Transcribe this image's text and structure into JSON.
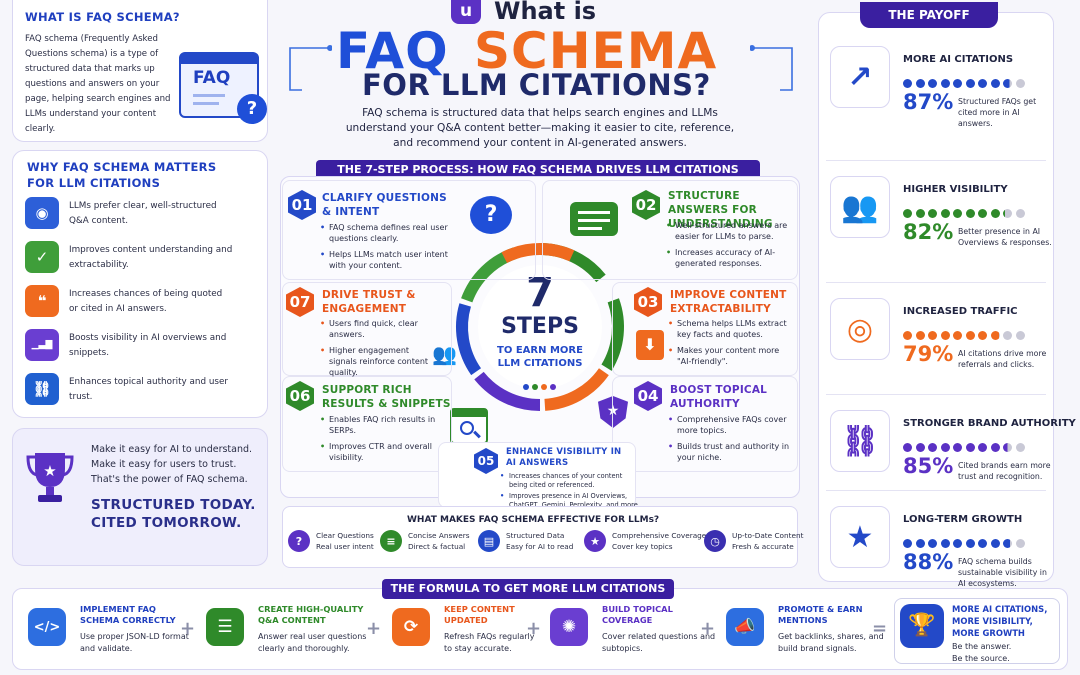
{
  "title": {
    "logo": "u",
    "line1": "What is",
    "faq": "FAQ",
    "schema": "SCHEMA",
    "line3": "FOR LLM CITATIONS?",
    "subtitle": "FAQ schema is structured data that helps search engines and LLMs understand your Q&A content better—making it easier to cite, reference, and recommend your content in AI-generated answers."
  },
  "what": {
    "heading": "WHAT IS FAQ SCHEMA?",
    "body": "FAQ schema (Frequently Asked Questions schema) is a type of structured data that marks up questions and answers on your page, helping search engines and LLMs understand your content clearly.",
    "badge": "FAQ",
    "q_mark": "?"
  },
  "why": {
    "heading": "WHY FAQ SCHEMA MATTERS FOR LLM CITATIONS",
    "items": [
      {
        "text": "LLMs prefer clear, well-structured Q&A content.",
        "icon": "robot-icon",
        "glyph": "◉",
        "color": "#2d5fd8"
      },
      {
        "text": "Improves content understanding and extractability.",
        "icon": "shield-check-icon",
        "glyph": "✓",
        "color": "#3f9e3a"
      },
      {
        "text": "Increases chances of being quoted or cited in AI answers.",
        "icon": "quote-icon",
        "glyph": "❝",
        "color": "#ef6a1f"
      },
      {
        "text": "Boosts visibility in AI overviews and snippets.",
        "icon": "chart-icon",
        "glyph": "▁▃▇",
        "color": "#6a3ed1"
      },
      {
        "text": "Enhances topical authority and user trust.",
        "icon": "link-icon",
        "glyph": "⛓",
        "color": "#2060d0"
      }
    ]
  },
  "trust": {
    "line1": "Make it easy for AI to understand.",
    "line2": "Make it easy for users to trust.",
    "line3": "That's the power of FAQ schema.",
    "tag1": "STRUCTURED TODAY.",
    "tag2": "CITED TOMORROW."
  },
  "process": {
    "heading": "THE 7-STEP PROCESS: HOW FAQ SCHEMA DRIVES LLM CITATIONS",
    "center_num": "7",
    "center_word": "STEPS",
    "center_sub": "TO EARN MORE LLM CITATIONS",
    "steps": [
      {
        "num": "01",
        "title": "CLARIFY QUESTIONS & INTENT",
        "b1": "FAQ schema defines real user questions clearly.",
        "b2": "Helps LLMs match user intent with your content.",
        "color": "#2349c8"
      },
      {
        "num": "02",
        "title": "STRUCTURE ANSWERS FOR UNDERSTANDING",
        "b1": "Well-structured answers are easier for LLMs to parse.",
        "b2": "Increases accuracy of AI-generated responses.",
        "color": "#2f8a2a"
      },
      {
        "num": "03",
        "title": "IMPROVE CONTENT EXTRACTABILITY",
        "b1": "Schema helps LLMs extract key facts and quotes.",
        "b2": "Makes your content more \"AI-friendly\".",
        "color": "#e8561c"
      },
      {
        "num": "04",
        "title": "BOOST TOPICAL AUTHORITY",
        "b1": "Comprehensive FAQs cover more topics.",
        "b2": "Builds trust and authority in your niche.",
        "color": "#5b31c4"
      },
      {
        "num": "05",
        "title": "ENHANCE VISIBILITY IN AI ANSWERS",
        "b1": "Increases chances of your content being cited or referenced.",
        "b2": "Improves presence in AI Overviews, ChatGPT, Gemini, Perplexity, and more.",
        "color": "#2349c8"
      },
      {
        "num": "06",
        "title": "SUPPORT RICH RESULTS & SNIPPETS",
        "b1": "Enables FAQ rich results in SERPs.",
        "b2": "Improves CTR and overall visibility.",
        "color": "#2f8a2a"
      },
      {
        "num": "07",
        "title": "DRIVE TRUST & ENGAGEMENT",
        "b1": "Users find quick, clear answers.",
        "b2": "Higher engagement signals reinforce content quality.",
        "color": "#e8561c"
      }
    ]
  },
  "effective": {
    "heading": "WHAT MAKES FAQ SCHEMA EFFECTIVE FOR LLMs?",
    "items": [
      {
        "t1": "Clear Questions",
        "t2": "Real user intent",
        "glyph": "?",
        "color": "#5b31c4"
      },
      {
        "t1": "Concise Answers",
        "t2": "Direct & factual",
        "glyph": "≡",
        "color": "#2f8a2a"
      },
      {
        "t1": "Structured Data",
        "t2": "Easy for AI to read",
        "glyph": "▤",
        "color": "#2349c8"
      },
      {
        "t1": "Comprehensive Coverage",
        "t2": "Cover key topics",
        "glyph": "★",
        "color": "#5b31c4"
      },
      {
        "t1": "Up-to-Date Content",
        "t2": "Fresh & accurate",
        "glyph": "◷",
        "color": "#3a2fb0"
      }
    ]
  },
  "payoff": {
    "heading": "THE PAYOFF",
    "items": [
      {
        "title": "MORE AI CITATIONS",
        "pct": "87%",
        "value": 0.87,
        "desc": "Structured FAQs get cited more in AI answers.",
        "color": "#2349c8",
        "icon": "growth-chart-icon",
        "glyph": "↗"
      },
      {
        "title": "HIGHER VISIBILITY",
        "pct": "82%",
        "value": 0.82,
        "desc": "Better presence in AI Overviews & responses.",
        "color": "#2f8a2a",
        "icon": "people-icon",
        "glyph": "👥"
      },
      {
        "title": "INCREASED TRAFFIC",
        "pct": "79%",
        "value": 0.79,
        "desc": "AI citations drive more referrals and clicks.",
        "color": "#ef6a1f",
        "icon": "target-icon",
        "glyph": "◎"
      },
      {
        "title": "STRONGER BRAND AUTHORITY",
        "pct": "85%",
        "value": 0.85,
        "desc": "Cited brands earn more trust and recognition.",
        "color": "#5b31c4",
        "icon": "link-icon",
        "glyph": "⛓"
      },
      {
        "title": "LONG-TERM GROWTH",
        "pct": "88%",
        "value": 0.88,
        "desc": "FAQ schema builds sustainable visibility in AI ecosystems.",
        "color": "#2349c8",
        "icon": "shield-star-icon",
        "glyph": "★"
      }
    ]
  },
  "formula": {
    "heading": "THE FORMULA TO GET MORE LLM CITATIONS",
    "items": [
      {
        "title": "IMPLEMENT FAQ SCHEMA CORRECTLY",
        "desc": "Use proper JSON-LD format and validate.",
        "color": "#2d6ee0",
        "glyph": "</>",
        "title_color": "#1f3fbf"
      },
      {
        "title": "CREATE HIGH-QUALITY Q&A CONTENT",
        "desc": "Answer real user questions clearly and thoroughly.",
        "color": "#2f8a2a",
        "glyph": "☰",
        "title_color": "#2f8a2a"
      },
      {
        "title": "KEEP CONTENT UPDATED",
        "desc": "Refresh FAQs regularly to stay accurate.",
        "color": "#ef6a1f",
        "glyph": "⟳",
        "title_color": "#e8561c"
      },
      {
        "title": "BUILD TOPICAL COVERAGE",
        "desc": "Cover related questions and subtopics.",
        "color": "#6a3ed1",
        "glyph": "✺",
        "title_color": "#5b31c4"
      },
      {
        "title": "PROMOTE & EARN MENTIONS",
        "desc": "Get backlinks, shares, and build brand signals.",
        "color": "#2d6ee0",
        "glyph": "📣",
        "title_color": "#1f3fbf"
      }
    ],
    "result_title": "MORE AI CITATIONS, MORE VISIBILITY, MORE GROWTH",
    "result_l1": "Be the answer.",
    "result_l2": "Be the source.",
    "plus": "+",
    "equals": "="
  },
  "colors": {
    "navy": "#1f3fbf",
    "purple": "#3a1fa0",
    "green": "#2f8a2a",
    "orange": "#e8561c",
    "violet": "#5b31c4",
    "grey_dot": "#c9c9d6"
  }
}
